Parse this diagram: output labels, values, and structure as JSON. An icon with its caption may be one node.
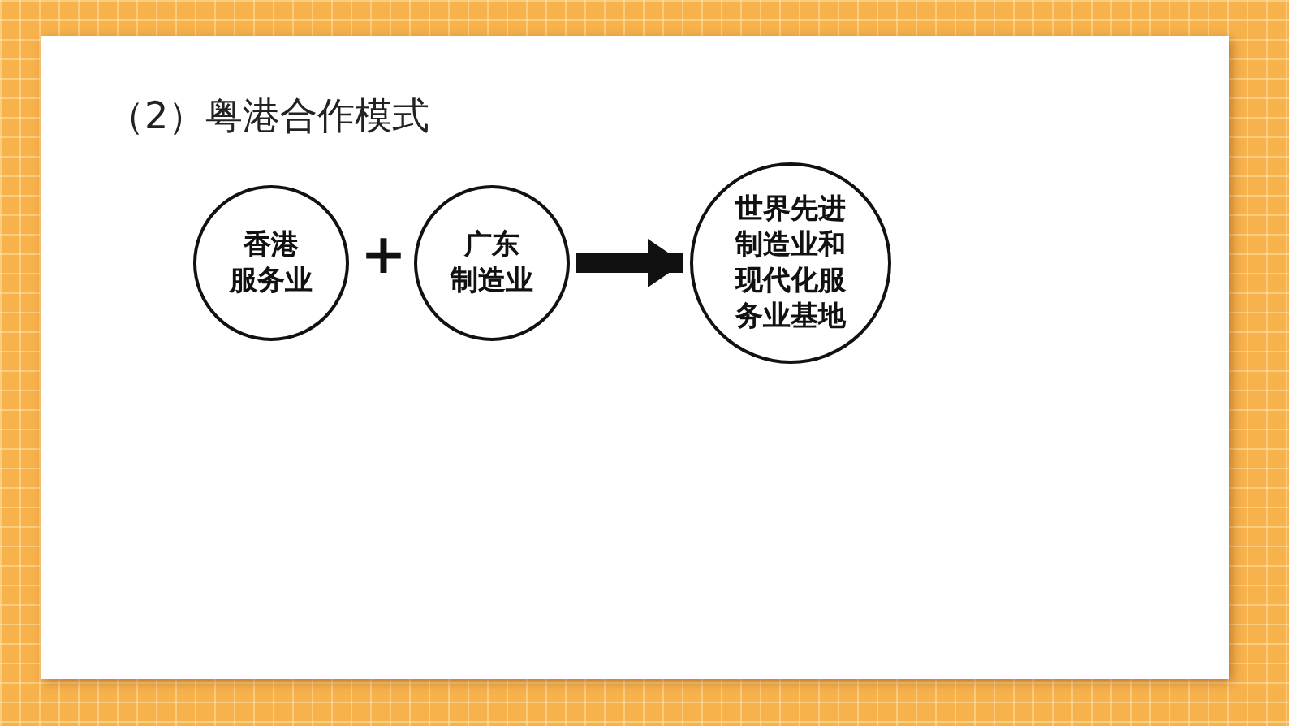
{
  "diagram": {
    "title": "（2）粤港合作模式",
    "nodes": [
      {
        "text": [
          "香港服务业"
        ]
      },
      {
        "text": [
          "广东制造业"
        ]
      },
      {
        "text": [
          "世界先进制造业和现代化服务业基地"
        ]
      }
    ],
    "edges": [
      {
        "from": 1,
        "to": 2,
        "arrow": "to"
      }
    ],
    "labels": [
      "+"
    ]
  }
}
